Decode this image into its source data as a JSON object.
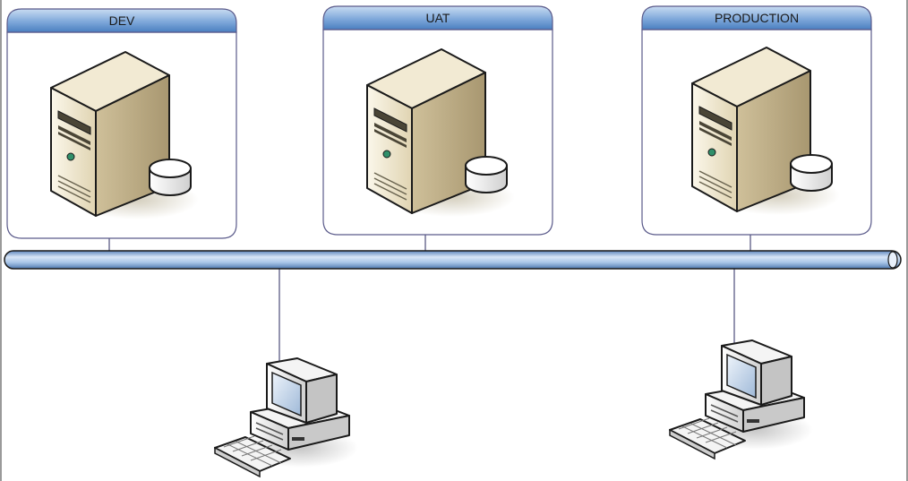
{
  "environments": [
    {
      "id": "dev",
      "label": "DEV"
    },
    {
      "id": "uat",
      "label": "UAT"
    },
    {
      "id": "production",
      "label": "PRODUCTION"
    }
  ],
  "network": {
    "icon": "network-bus-icon"
  },
  "workstations": [
    {
      "id": "workstation-1",
      "icon": "desktop-computer-icon"
    },
    {
      "id": "workstation-2",
      "icon": "desktop-computer-icon"
    }
  ],
  "colors": {
    "header_blue": "#5b8fc9",
    "frame_border": "#5a5a8a",
    "bus_fill": "#a8c4e8",
    "server_beige": "#e2d6b5",
    "connector": "#4d4d7a"
  }
}
